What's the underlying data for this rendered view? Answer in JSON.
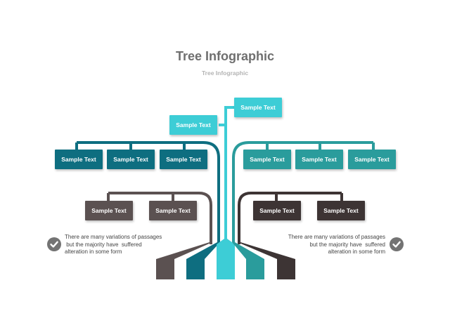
{
  "header": {
    "title": "Tree Infographic",
    "subtitle": "Tree Infographic"
  },
  "colors": {
    "cyan": "#3dcdd6",
    "navy": "#0e6e80",
    "teal": "#2a9c9c",
    "gray": "#5b5151",
    "dark": "#3d3434"
  },
  "tree": {
    "top_right": {
      "label": "Sample Text"
    },
    "top_left": {
      "label": "Sample Text"
    },
    "left_upper": [
      {
        "label": "Sample Text"
      },
      {
        "label": "Sample Text"
      },
      {
        "label": "Sample Text"
      }
    ],
    "right_upper": [
      {
        "label": "Sample Text"
      },
      {
        "label": "Sample Text"
      },
      {
        "label": "Sample Text"
      }
    ],
    "left_lower": [
      {
        "label": "Sample Text"
      },
      {
        "label": "Sample Text"
      }
    ],
    "right_lower": [
      {
        "label": "Sample Text"
      },
      {
        "label": "Sample Text"
      }
    ]
  },
  "notes": {
    "left": {
      "text": "There are many variations of passages\n but the majority have  suffered\nalteration in some form",
      "icon": "check-circle-icon"
    },
    "right": {
      "text": "There are many variations of passages\nbut the majority have  suffered\nalteration in some form",
      "icon": "check-circle-icon"
    }
  }
}
